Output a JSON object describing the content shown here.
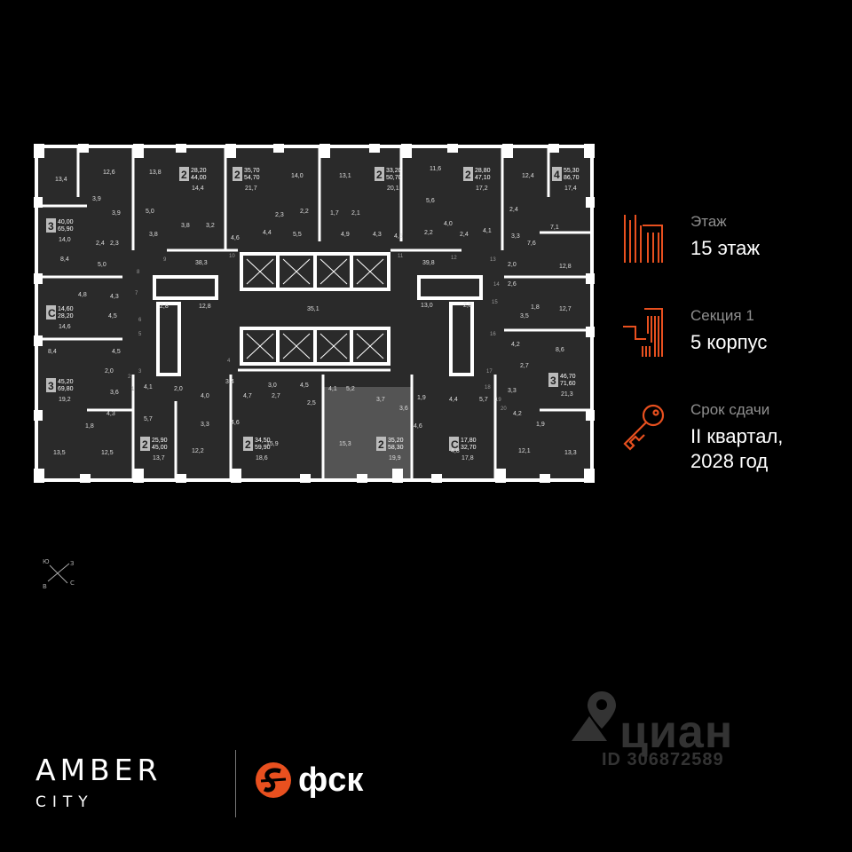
{
  "floor": {
    "label": "Этаж",
    "value": "15 этаж"
  },
  "section": {
    "label": "Секция 1",
    "value": "5 корпус"
  },
  "delivery": {
    "label": "Срок сдачи",
    "value_line1": "II квартал,",
    "value_line2": "2028 год"
  },
  "compass": {
    "north": "Ю",
    "east": "З",
    "west": "В",
    "south": "С"
  },
  "brand": {
    "title": "AMBER",
    "subtitle": "CITY",
    "developer": "фск"
  },
  "watermark": {
    "name": "циан",
    "id": "ID 306872589"
  },
  "colors": {
    "accent": "#e8501f",
    "plan_bg": "#2a2a2a",
    "wall": "#ffffff",
    "highlight": "#545454"
  },
  "apartments": [
    {
      "rooms": "3",
      "living": "40,00",
      "total": "65,90",
      "extra": "14,0"
    },
    {
      "rooms": "С",
      "living": "14,60",
      "total": "28,20",
      "extra": "14,6"
    },
    {
      "rooms": "3",
      "living": "45,20",
      "total": "69,80",
      "extra": "19,2"
    },
    {
      "rooms": "2",
      "living": "28,20",
      "total": "44,00",
      "extra": "14,4"
    },
    {
      "rooms": "2",
      "living": "35,70",
      "total": "54,70",
      "extra": "21,7"
    },
    {
      "rooms": "2",
      "living": "33,20",
      "total": "50,70",
      "extra": "20,1"
    },
    {
      "rooms": "2",
      "living": "28,80",
      "total": "47,10",
      "extra": "17,2"
    },
    {
      "rooms": "4",
      "living": "55,30",
      "total": "86,70",
      "extra": "17,4"
    },
    {
      "rooms": "2",
      "living": "25,90",
      "total": "45,00",
      "extra": "13,7"
    },
    {
      "rooms": "2",
      "living": "34,50",
      "total": "59,90",
      "extra": "18,6"
    },
    {
      "rooms": "2",
      "living": "35,20",
      "total": "58,30",
      "extra": "19,9"
    },
    {
      "rooms": "С",
      "living": "17,80",
      "total": "32,70",
      "extra": "17,8"
    },
    {
      "rooms": "3",
      "living": "46,70",
      "total": "71,60",
      "extra": "21,3"
    }
  ],
  "room_areas": [
    "13,4",
    "12,6",
    "3,9",
    "3,9",
    "2,4",
    "2,3",
    "8,4",
    "5,0",
    "4,8",
    "4,3",
    "4,5",
    "13,8",
    "5,0",
    "3,8",
    "3,8",
    "3,2",
    "38,3",
    "12,8",
    "2,8",
    "4,6",
    "4,4",
    "2,3",
    "5,5",
    "2,2",
    "1,7",
    "2,1",
    "14,0",
    "13,1",
    "4,9",
    "4,3",
    "4,5",
    "35,1",
    "11,6",
    "5,6",
    "2,2",
    "4,0",
    "2,4",
    "4,1",
    "39,8",
    "13,0",
    "2,8",
    "12,4",
    "2,4",
    "3,3",
    "7,6",
    "7,1",
    "12,8",
    "2,0",
    "2,6",
    "1,8",
    "3,5",
    "12,7",
    "4,2",
    "8,6",
    "8,4",
    "4,5",
    "2,0",
    "3,6",
    "4,3",
    "1,8",
    "5,7",
    "4,1",
    "2,0",
    "4,0",
    "3,3",
    "3,4",
    "4,7",
    "2,7",
    "3,0",
    "4,5",
    "2,5",
    "4,6",
    "4,1",
    "5,2",
    "3,7",
    "1,9",
    "3,6",
    "4,6",
    "4,4",
    "5,7",
    "4,8",
    "2,7",
    "3,3",
    "4,2",
    "1,9",
    "13,5",
    "12,5",
    "12,2",
    "15,9",
    "15,3",
    "12,1",
    "13,3"
  ],
  "corridor_numbers": [
    "10",
    "9",
    "8",
    "7",
    "6",
    "5",
    "4",
    "3",
    "2",
    "1",
    "11",
    "12",
    "13",
    "14",
    "15",
    "16",
    "17",
    "18",
    "19",
    "20"
  ]
}
